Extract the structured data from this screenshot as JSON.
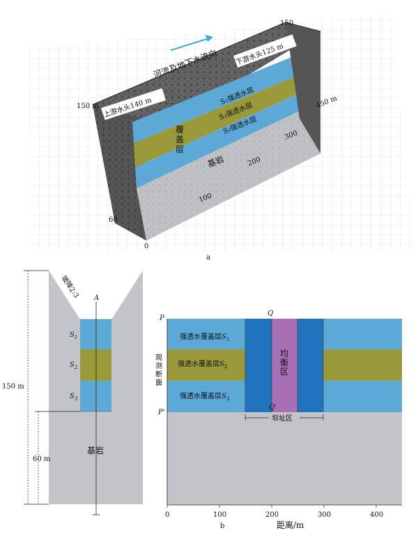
{
  "panel_a": {
    "caption": "a",
    "flow_label": "河流及地下水流向",
    "upstream_head": "上游水头140 m",
    "downstream_head": "下游水头125 m",
    "layer_labels": [
      "S₁强透水层",
      "S₂强透水层",
      "S₃强透水层"
    ],
    "cover_label": "覆盖层",
    "bedrock_label": "基岩",
    "axis_ticks_length": [
      "0",
      "100",
      "200",
      "300",
      "450 m"
    ],
    "axis_ticks_width": [
      "0",
      "60",
      "150 m"
    ],
    "axis_tick_top": "150",
    "colors": {
      "blue": "#5ca9d8",
      "olive": "#9a9a3a",
      "gray": "#c2c4c7",
      "mesh": "#444444",
      "arrow": "#3aa9e0"
    }
  },
  "panel_b": {
    "caption": "b",
    "left": {
      "slope_label": "坡降2:3",
      "point_A": "A",
      "layers": [
        "S",
        "S",
        "S"
      ],
      "layer_subs": [
        "1",
        "2",
        "3"
      ],
      "height_total": "150 m",
      "height_bedrock": "60 m",
      "bedrock": "基岩"
    },
    "right": {
      "point_P": "P",
      "point_P_prime": "P'",
      "point_Q": "Q",
      "point_Q_prime": "Q'",
      "section_label": [
        "观",
        "测",
        "断",
        "面"
      ],
      "layer_label_prefix": "强透水覆盖层",
      "layer_label_subs": [
        "1",
        "2",
        "3"
      ],
      "balance_zone": [
        "均",
        "衡",
        "区"
      ],
      "dam_zone": "坝址区",
      "x_ticks": [
        "0",
        "100",
        "200",
        "300",
        "400"
      ],
      "x_label": "距离/m"
    }
  }
}
